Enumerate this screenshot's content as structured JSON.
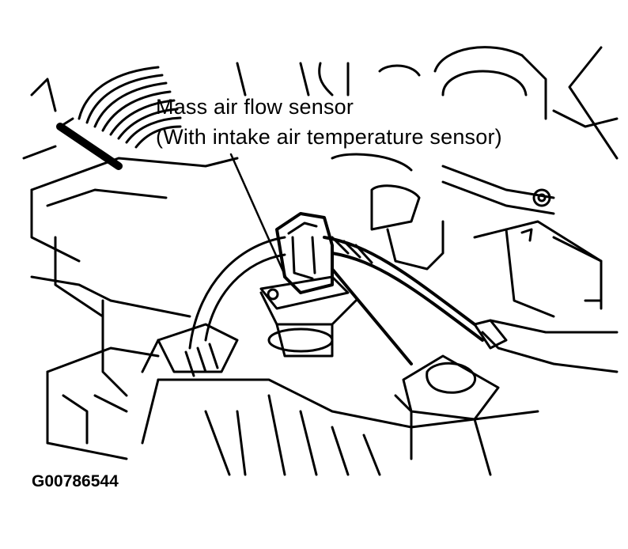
{
  "colors": {
    "ink": "#000000",
    "paper": "#ffffff"
  },
  "callout": {
    "line1": "Mass air flow sensor",
    "line2": "(With intake air temperature sensor)"
  },
  "figure_id": "G00786544"
}
